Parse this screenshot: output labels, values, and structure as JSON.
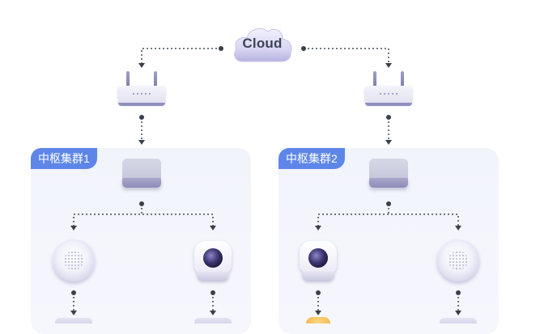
{
  "cloud": {
    "label": "Cloud"
  },
  "clusters": [
    {
      "label": "中枢集群1"
    },
    {
      "label": "中枢集群2"
    }
  ],
  "colors": {
    "cluster_tag": "#5e86e8",
    "panel_bg": "#f2f4fc",
    "connector": "#444b57"
  },
  "icons": [
    "cloud-icon",
    "router-icon",
    "hub-icon",
    "sensor-icon",
    "camera-icon",
    "bulb-icon"
  ]
}
